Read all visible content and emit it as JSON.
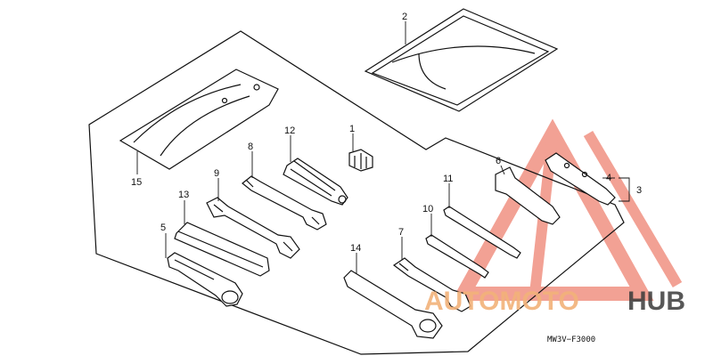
{
  "callouts": [
    {
      "id": "1",
      "text": "1"
    },
    {
      "id": "2",
      "text": "2"
    },
    {
      "id": "3",
      "text": "3"
    },
    {
      "id": "4",
      "text": "4"
    },
    {
      "id": "5",
      "text": "5"
    },
    {
      "id": "6",
      "text": "6"
    },
    {
      "id": "7",
      "text": "7"
    },
    {
      "id": "8",
      "text": "8"
    },
    {
      "id": "9",
      "text": "9"
    },
    {
      "id": "10",
      "text": "10"
    },
    {
      "id": "11",
      "text": "11"
    },
    {
      "id": "12",
      "text": "12"
    },
    {
      "id": "13",
      "text": "13"
    },
    {
      "id": "14",
      "text": "14"
    },
    {
      "id": "15",
      "text": "15"
    }
  ],
  "diagram_code": "MW3V−F3000",
  "watermark": {
    "part1": "AUTOMOTO",
    "part2": "HUB",
    "color1": "#f2b27a",
    "color2": "#3a3a3a",
    "triangle_color": "#f08a7a"
  }
}
